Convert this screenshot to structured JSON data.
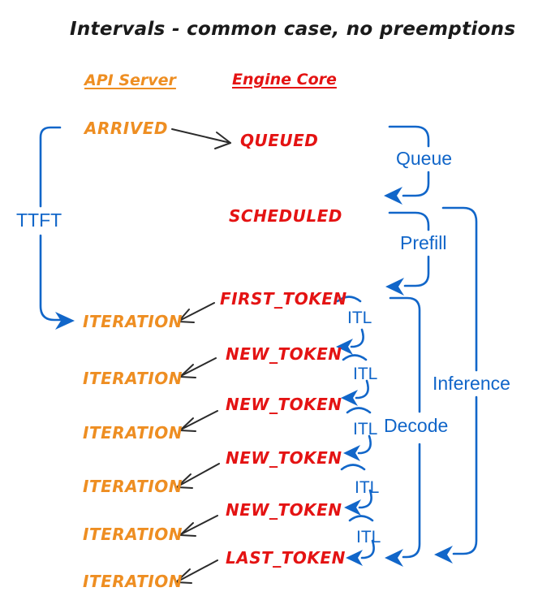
{
  "title": "Intervals - common case, no preemptions",
  "columns": {
    "api_server": "API Server",
    "engine_core": "Engine Core"
  },
  "api_events": {
    "arrived": "ARRIVED",
    "iteration": "ITERATION"
  },
  "engine_events": {
    "queued": "QUEUED",
    "scheduled": "SCHEDULED",
    "first_token": "FIRST_TOKEN",
    "new_token": "NEW_TOKEN",
    "last_token": "LAST_TOKEN"
  },
  "intervals": {
    "ttft": "TTFT",
    "queue": "Queue",
    "prefill": "Prefill",
    "decode": "Decode",
    "inference": "Inference",
    "itl": "ITL"
  },
  "counts": {
    "iteration_rows": 6,
    "new_token_rows": 4,
    "itl_marks": 5
  },
  "colors": {
    "api": "#EE8E22",
    "engine": "#E41313",
    "interval": "#1166C9",
    "arrow": "#2B2B2B",
    "title": "#1A1A1A"
  }
}
